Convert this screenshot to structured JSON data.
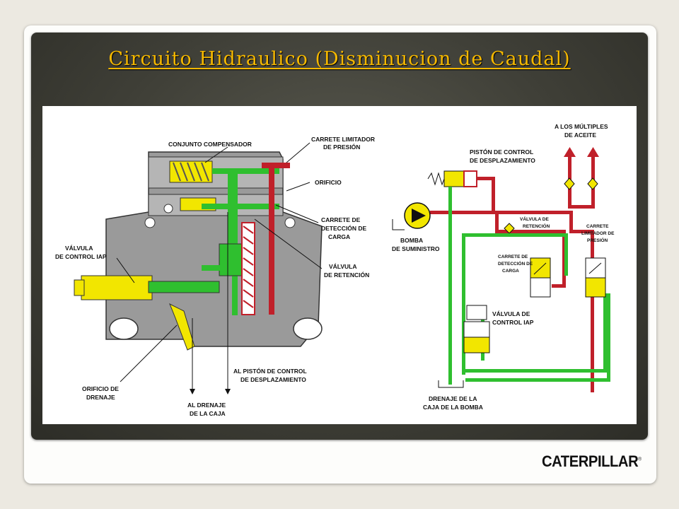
{
  "slide": {
    "title": "Circuito Hidraulico (Disminucion de Caudal)",
    "logo_text": "CATERPILLAR",
    "logo_mark": "®"
  },
  "left_labels": {
    "conjunto": "CONJUNTO COMPENSADOR",
    "limitador1": "CARRETE LIMITADOR",
    "limitador2": "DE PRESIÓN",
    "orificio": "ORIFICIO",
    "deteccion1": "CARRETE DE",
    "deteccion2": "DETECCIÓN DE",
    "deteccion3": "CARGA",
    "retencion1": "VÁLVULA",
    "retencion2": "DE RETENCIÓN",
    "iap1": "VÁLVULA",
    "iap2": "DE CONTROL IAP",
    "drenaje1": "ORIFICIO DE",
    "drenaje2": "DRENAJE",
    "caja1": "AL DRENAJE",
    "caja2": "DE LA CAJA",
    "piston1": "AL PISTÓN DE CONTROL",
    "piston2": "DE DESPLAZAMIENTO"
  },
  "right_labels": {
    "multiples1": "A LOS MÚLTIPLES",
    "multiples2": "DE ACEITE",
    "piston1": "PISTÓN DE CONTROL",
    "piston2": "DE DESPLAZAMIENTO",
    "valv_ret1": "VÁLVULA DE",
    "valv_ret2": "RETENCIÓN",
    "bomba1": "BOMBA",
    "bomba2": "DE SUMINISTRO",
    "det1": "CARRETE DE",
    "det2": "DETECCIÓN DE",
    "det3": "CARGA",
    "lim1": "CARRETE",
    "lim2": "LIMITADOR DE",
    "lim3": "PRESIÓN",
    "iap1": "VÁLVULA DE",
    "iap2": "CONTROL IAP",
    "dren1": "DRENAJE DE LA",
    "dren2": "CAJA DE LA BOMBA"
  },
  "colors": {
    "title": "#f5b800",
    "supply": "#c0202a",
    "drain": "#2fbf2f",
    "control": "#f2e600",
    "housing": "#9a9a9a"
  }
}
